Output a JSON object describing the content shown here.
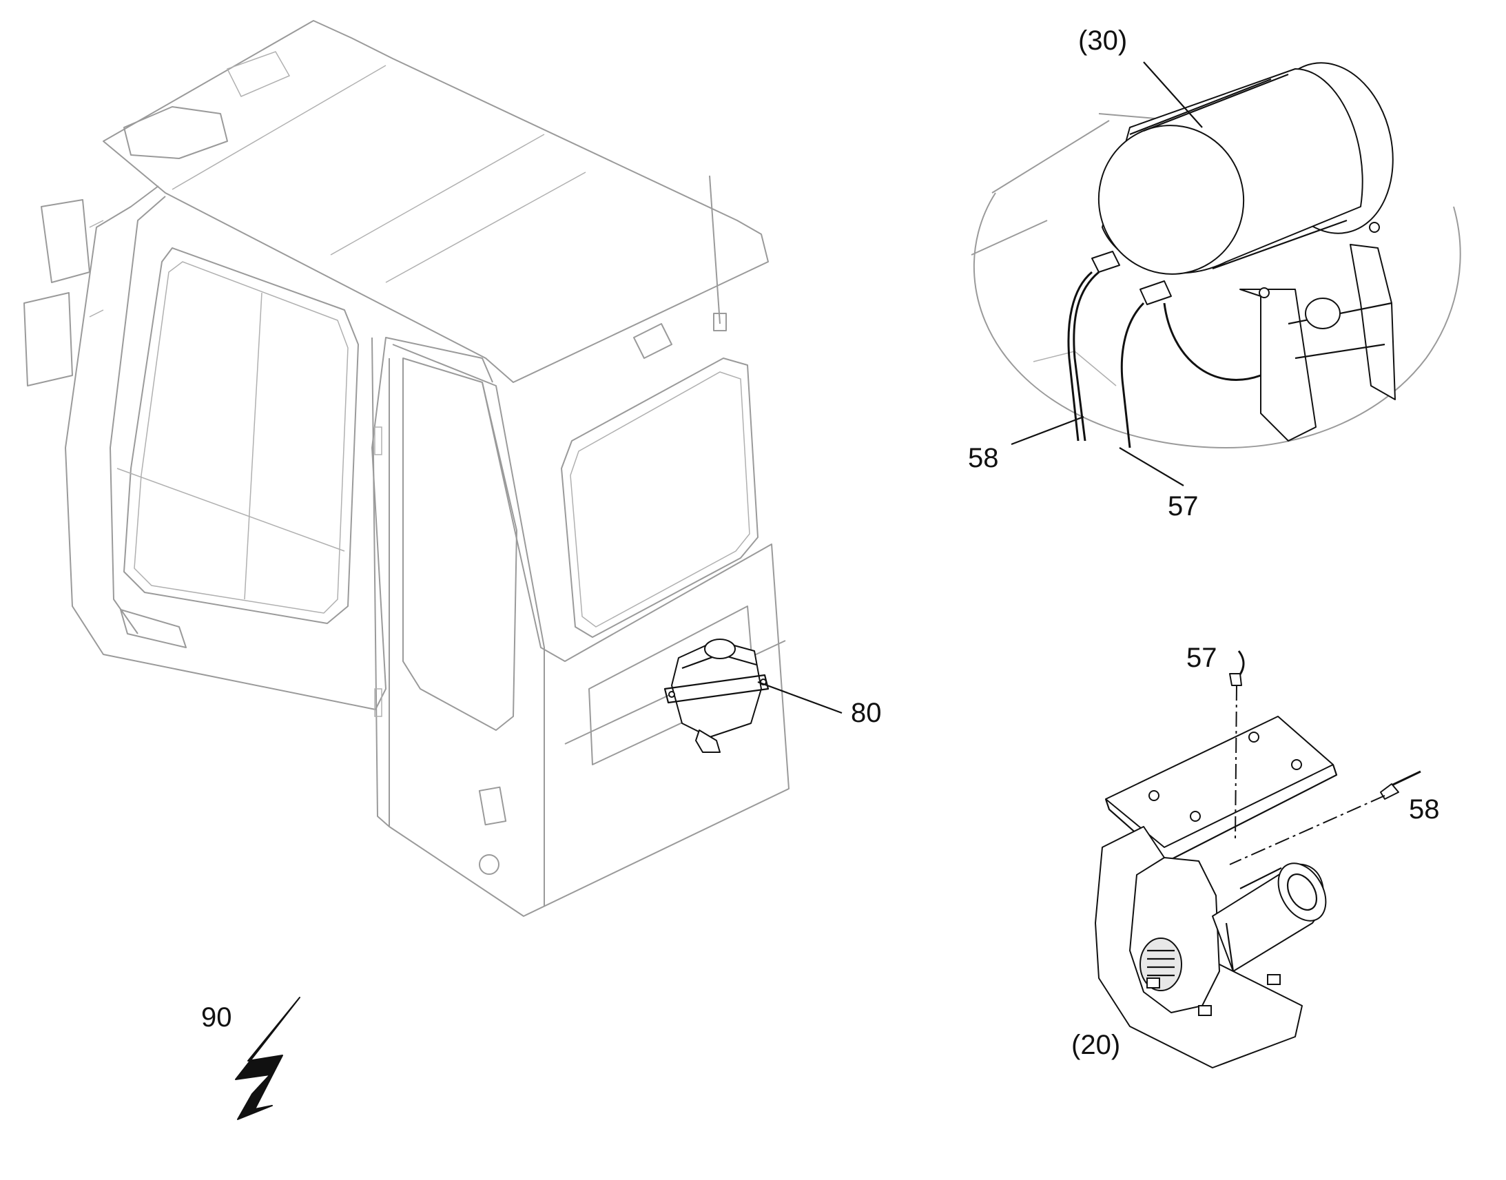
{
  "diagram": {
    "callouts": {
      "detail_tank": "(30)",
      "hose_58_top": "58",
      "hose_57_top": "57",
      "reservoir": "80",
      "hose_57_bottom": "57",
      "hose_58_bottom": "58",
      "detail_compressor": "(20)",
      "electrical": "90"
    },
    "icons": {
      "electrical_symbol": "lightning-bolt"
    },
    "colors": {
      "line_dark": "#111111",
      "line_pale": "#9a9a9a",
      "background": "#ffffff"
    }
  }
}
